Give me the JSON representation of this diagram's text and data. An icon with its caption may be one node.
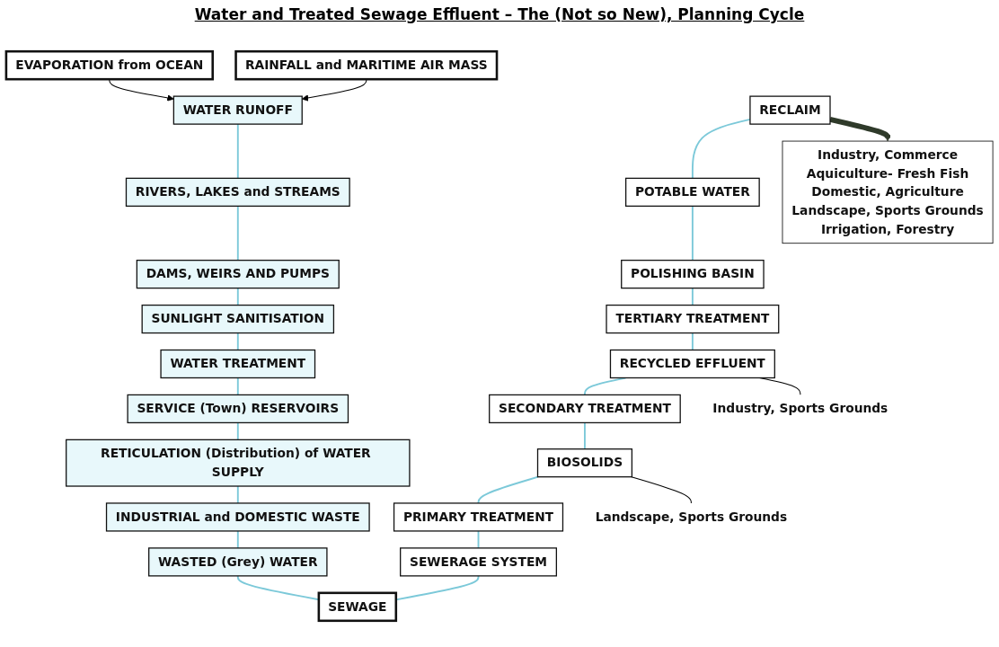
{
  "diagram": {
    "title": "Water and Treated Sewage Effluent – The  (Not so New),  Planning Cycle",
    "nodes": [
      {
        "text": [
          "EVAPORATION  from OCEAN"
        ]
      },
      {
        "text": [
          "RAINFALL and MARITIME AIR MASS"
        ]
      },
      {
        "text": [
          "WATER RUNOFF"
        ]
      },
      {
        "text": [
          "RIVERS, LAKES and STREAMS"
        ]
      },
      {
        "text": [
          "DAMS, WEIRS AND PUMPS"
        ]
      },
      {
        "text": [
          "SUNLIGHT SANITISATION"
        ]
      },
      {
        "text": [
          "WATER TREATMENT"
        ]
      },
      {
        "text": [
          "SERVICE (Town) RESERVOIRS"
        ]
      },
      {
        "text": [
          "RETICULATION (Distribution) of WATER SUPPLY"
        ]
      },
      {
        "text": [
          "INDUSTRIAL and DOMESTIC WASTE"
        ]
      },
      {
        "text": [
          "WASTED (Grey) WATER"
        ]
      },
      {
        "text": [
          "SEWAGE"
        ]
      },
      {
        "text": [
          "SEWERAGE SYSTEM"
        ]
      },
      {
        "text": [
          "PRIMARY TREATMENT"
        ]
      },
      {
        "text": [
          "BIOSOLIDS"
        ]
      },
      {
        "text": [
          "Landscape,  Sports Grounds"
        ]
      },
      {
        "text": [
          "SECONDARY TREATMENT"
        ]
      },
      {
        "text": [
          "RECYCLED EFFLUENT"
        ]
      },
      {
        "text": [
          "Industry, Sports Grounds"
        ]
      },
      {
        "text": [
          "TERTIARY TREATMENT"
        ]
      },
      {
        "text": [
          "POLISHING BASIN"
        ]
      },
      {
        "text": [
          "POTABLE WATER"
        ]
      },
      {
        "text": [
          "RECLAIM"
        ]
      },
      {
        "text": [
          "Industry, Commerce",
          "Aquiculture- Fresh Fish",
          "Domestic, Agriculture",
          "Landscape,  Sports Grounds",
          "Irrigation, Forestry"
        ]
      }
    ],
    "edges": [
      {
        "from": 0,
        "to": 2,
        "arrow": "to",
        "color": "#000000"
      },
      {
        "from": 1,
        "to": 2,
        "arrow": "to",
        "color": "#000000"
      },
      {
        "from": 2,
        "to": 3,
        "arrow": "none"
      },
      {
        "from": 3,
        "to": 4,
        "arrow": "none"
      },
      {
        "from": 4,
        "to": 5,
        "arrow": "none"
      },
      {
        "from": 5,
        "to": 6,
        "arrow": "none"
      },
      {
        "from": 6,
        "to": 7,
        "arrow": "none"
      },
      {
        "from": 7,
        "to": 8,
        "arrow": "none"
      },
      {
        "from": 8,
        "to": 9,
        "arrow": "none"
      },
      {
        "from": 9,
        "to": 10,
        "arrow": "none"
      },
      {
        "from": 10,
        "to": 11,
        "arrow": "none"
      },
      {
        "from": 11,
        "to": 12,
        "arrow": "none"
      },
      {
        "from": 12,
        "to": 13,
        "arrow": "none"
      },
      {
        "from": 13,
        "to": 14,
        "arrow": "none"
      },
      {
        "from": 14,
        "to": 15,
        "arrow": "none",
        "color": "#000000"
      },
      {
        "from": 14,
        "to": 16,
        "arrow": "none"
      },
      {
        "from": 16,
        "to": 17,
        "arrow": "none"
      },
      {
        "from": 17,
        "to": 18,
        "arrow": "none",
        "color": "#000000"
      },
      {
        "from": 17,
        "to": 19,
        "arrow": "none"
      },
      {
        "from": 19,
        "to": 20,
        "arrow": "none"
      },
      {
        "from": 20,
        "to": 21,
        "arrow": "none"
      },
      {
        "from": 21,
        "to": 22,
        "arrow": "none"
      },
      {
        "from": 22,
        "to": 23,
        "arrow": "to",
        "style": "thick",
        "color": "#2f3a2a"
      }
    ]
  }
}
